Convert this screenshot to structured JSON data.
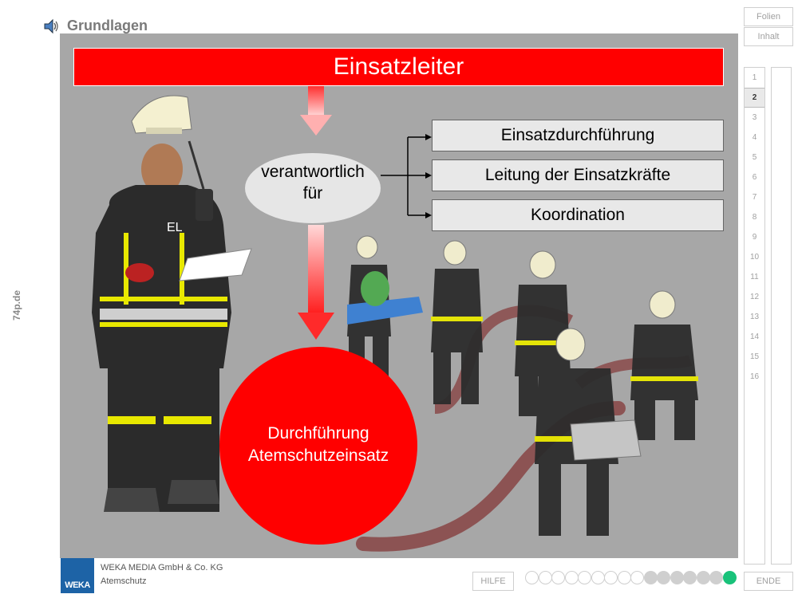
{
  "header": {
    "title": "Grundlagen",
    "speaker_icon": "speaker-icon"
  },
  "side_label": "74p.de",
  "slide": {
    "title": "Einsatzleiter",
    "responsibility": "verantwortlich für",
    "tasks": [
      "Einsatzdurchführung",
      "Leitung der Einsatzkräfte",
      "Koordination"
    ],
    "circle_text": "Durchführung Atemschutzeinsatz",
    "badge": "EL"
  },
  "nav": {
    "folien_label": "Folien",
    "inhalt_label": "Inhalt",
    "slides": [
      "1",
      "2",
      "3",
      "4",
      "5",
      "6",
      "7",
      "8",
      "9",
      "10",
      "11",
      "12",
      "13",
      "14",
      "15",
      "16"
    ],
    "active_slide": "2"
  },
  "footer": {
    "company": "WEKA MEDIA GmbH & Co. KG",
    "product": "Atemschutz",
    "logo_text": "WEKA",
    "help_label": "HILFE",
    "end_label": "ENDE",
    "progress": {
      "total": 16,
      "pending_hollow": 9,
      "done_gray": 6,
      "current": 1
    }
  },
  "colors": {
    "accent_red": "#ff0000",
    "stage_gray": "#a7a7a7",
    "progress_current": "#19c27a",
    "logo_blue": "#1d63a6"
  }
}
